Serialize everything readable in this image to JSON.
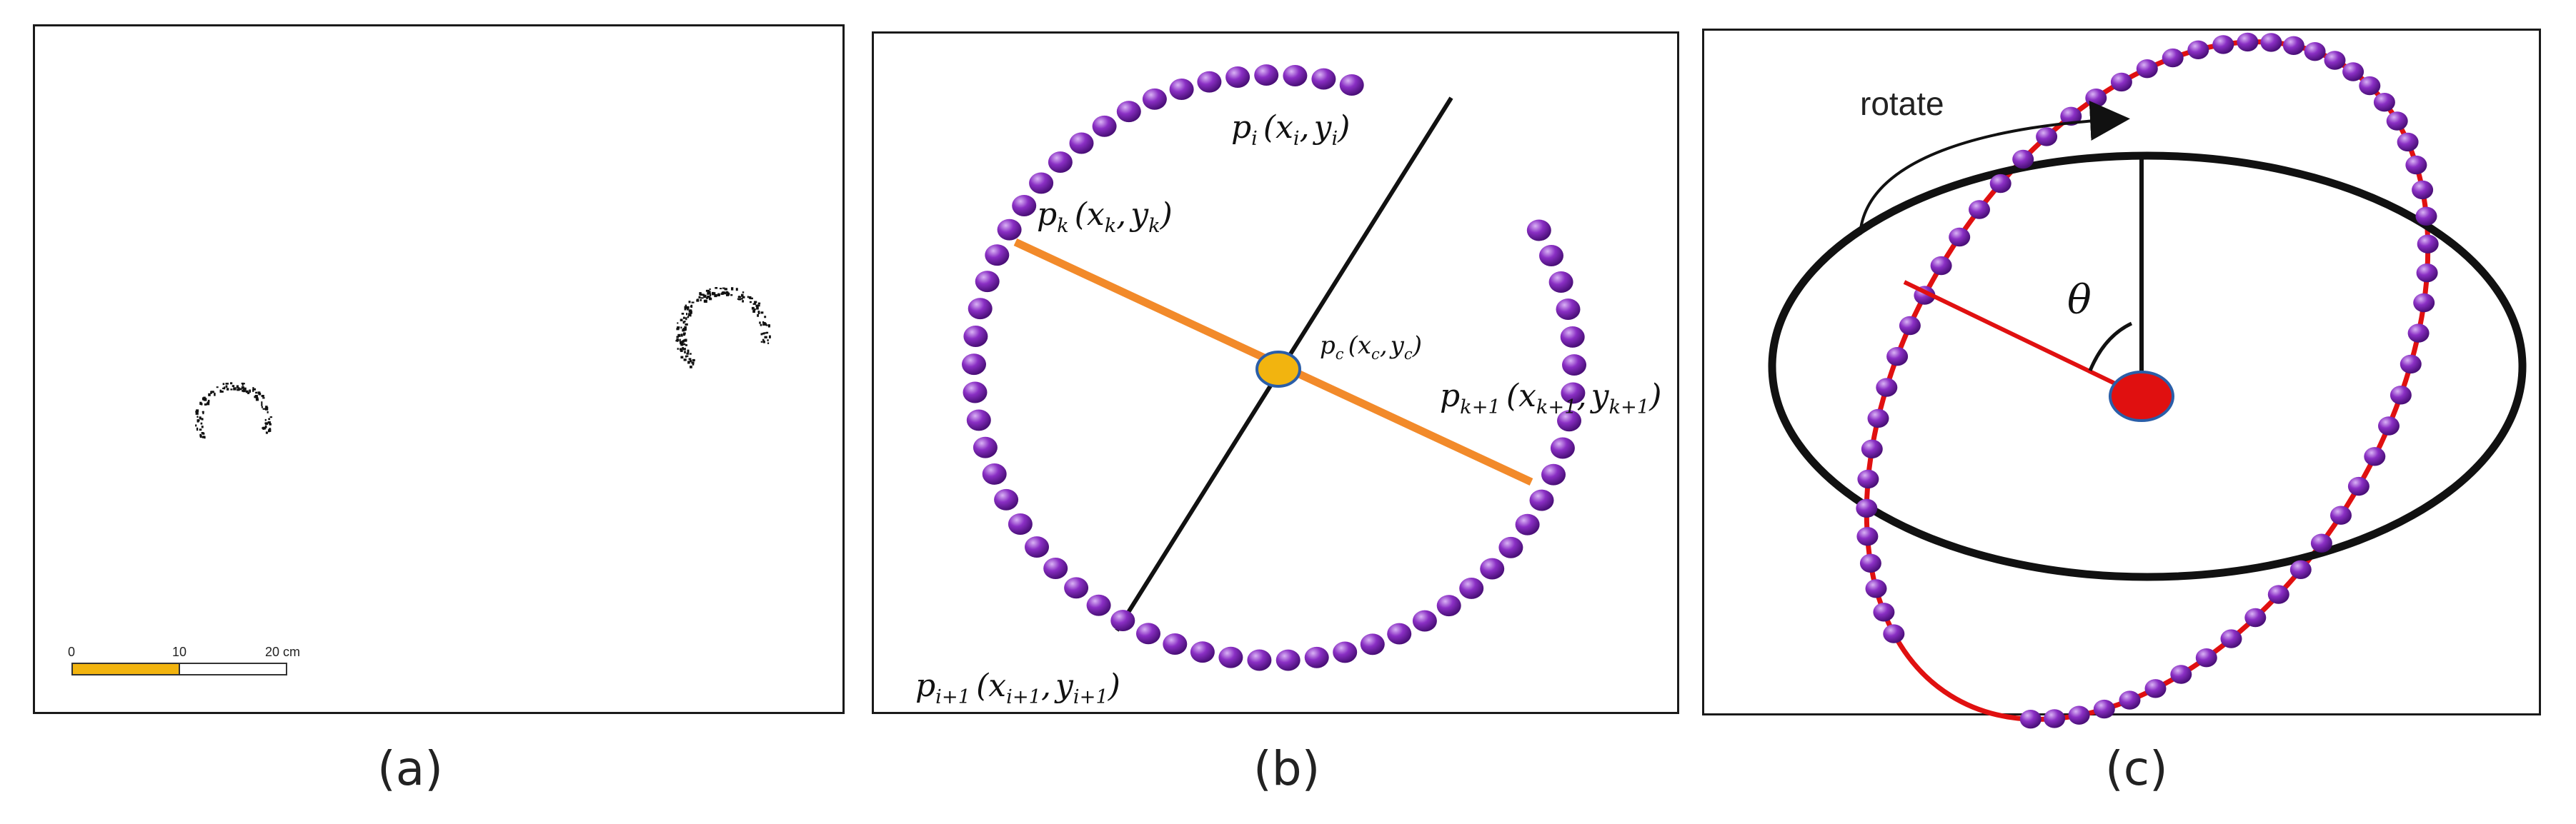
{
  "panels": {
    "a": {
      "caption": "(a)",
      "scale_bar": {
        "labels": [
          "0",
          "10",
          "20 cm"
        ],
        "fill_color": "#f2b40f",
        "fill_fraction": 0.5
      }
    },
    "b": {
      "caption": "(b)",
      "labels": {
        "pi": {
          "base": "p",
          "sub": "i",
          "open": "(",
          "x": "x",
          "xsub": "i",
          "comma": ",",
          "y": "y",
          "ysub": "i",
          "close": ")"
        },
        "pk": {
          "base": "p",
          "sub": "k",
          "open": "(",
          "x": "x",
          "xsub": "k",
          "comma": ",",
          "y": "y",
          "ysub": "k",
          "close": ")"
        },
        "pc": {
          "base": "p",
          "sub": "c",
          "open": "(",
          "x": "x",
          "xsub": "c",
          "comma": ",",
          "y": "y",
          "ysub": "c",
          "close": ")"
        },
        "pk1": {
          "base": "p",
          "sub": "k+1",
          "open": "(",
          "x": "x",
          "xsub": "k+1",
          "comma": ",",
          "y": "y",
          "ysub": "k+1",
          "close": ")"
        },
        "pi1": {
          "base": "p",
          "sub": "i+1",
          "open": "(",
          "x": "x",
          "xsub": "i+1",
          "comma": ",",
          "y": "y",
          "ysub": "i+1",
          "close": ")"
        }
      },
      "colors": {
        "point": "#8a2fc4",
        "diameter_k": "#f28a2a",
        "diameter_i": "#111111",
        "center": "#f2b40f"
      }
    },
    "c": {
      "caption": "(c)",
      "rotate_label": "rotate",
      "theta_label": "θ",
      "colors": {
        "point": "#8a2fc4",
        "red_ellipse": "#e01010",
        "black_ellipse": "#111111",
        "center": "#e01010"
      }
    }
  }
}
